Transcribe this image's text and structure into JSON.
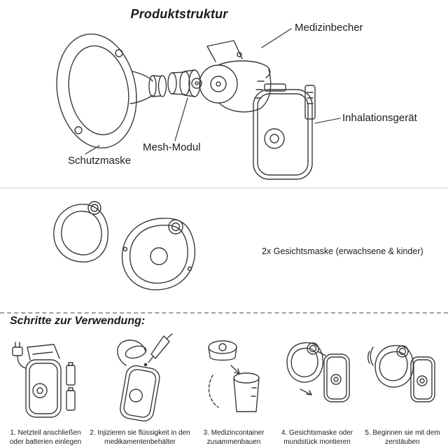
{
  "title": "Produktstruktur",
  "diagram_labels": {
    "medizinbecher": "Medizinbecher",
    "inhalationsgeraet": "Inhalationsgerät",
    "mesh_modul": "Mesh-Modul",
    "schutzmaske": "Schutzmaske"
  },
  "masks_section": {
    "caption": "2x Gesichtsmaske (erwachsene & kinder)"
  },
  "steps_section": {
    "heading": "Schritte zur Verwendung:",
    "steps": [
      {
        "caption": "1. Netzteil anschließen oder batterien einlegen"
      },
      {
        "caption": "2. Injizieren sie flüssigkeit in den medikamentenbehälter"
      },
      {
        "caption": "3. Medizincontainer zusammenbauen"
      },
      {
        "caption": "4. Gesichtsmaske oder mundstück montieren"
      },
      {
        "caption": "5. Beginnen sie mit dem zerstäuben"
      }
    ]
  }
}
